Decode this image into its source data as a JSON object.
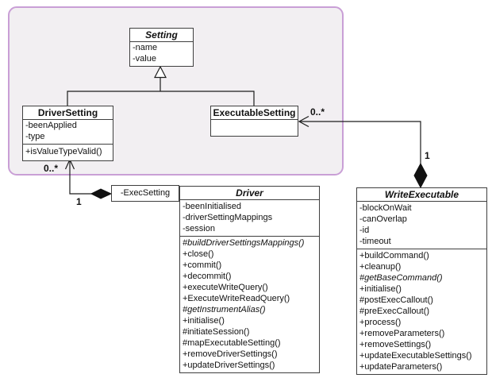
{
  "classes": {
    "setting": {
      "name": "Setting",
      "abstract": true,
      "attributes": [
        {
          "text": "-name"
        },
        {
          "text": "-value"
        }
      ],
      "methods": []
    },
    "driver_setting": {
      "name": "DriverSetting",
      "abstract": false,
      "attributes": [
        {
          "text": "-beenApplied"
        },
        {
          "text": "-type"
        }
      ],
      "methods": [
        {
          "text": "+isValueTypeValid()"
        }
      ]
    },
    "executable_setting": {
      "name": "ExecutableSetting",
      "abstract": false,
      "attributes": [],
      "methods": []
    },
    "driver": {
      "name": "Driver",
      "abstract": true,
      "attributes": [
        {
          "text": "-beenInitialised"
        },
        {
          "text": "-driverSettingMappings"
        },
        {
          "text": "-session"
        }
      ],
      "methods": [
        {
          "text": "#buildDriverSettingsMappings()",
          "italic": true
        },
        {
          "text": "+close()"
        },
        {
          "text": "+commit()"
        },
        {
          "text": "+decommit()"
        },
        {
          "text": "+executeWriteQuery()"
        },
        {
          "text": "+ExecuteWriteReadQuery()"
        },
        {
          "text": "#getInstrumentAlias()",
          "italic": true
        },
        {
          "text": "+initialise()"
        },
        {
          "text": "#initiateSession()"
        },
        {
          "text": "#mapExecutableSetting()"
        },
        {
          "text": "+removeDriverSettings()"
        },
        {
          "text": "+updateDriverSettings()"
        }
      ]
    },
    "write_executable": {
      "name": "WriteExecutable",
      "abstract": true,
      "attributes": [
        {
          "text": "-blockOnWait"
        },
        {
          "text": "-canOverlap"
        },
        {
          "text": "-id"
        },
        {
          "text": "-timeout"
        }
      ],
      "methods": [
        {
          "text": "+buildCommand()"
        },
        {
          "text": "+cleanup()"
        },
        {
          "text": "#getBaseCommand()",
          "italic": true
        },
        {
          "text": "+initialise()"
        },
        {
          "text": "#postExecCallout()"
        },
        {
          "text": "#preExecCallout()"
        },
        {
          "text": "+process()"
        },
        {
          "text": "+removeParameters()"
        },
        {
          "text": "+removeSettings()"
        },
        {
          "text": "+updateExecutableSettings()"
        },
        {
          "text": "+updateParameters()"
        }
      ]
    }
  },
  "labels": {
    "driver_role": "-ExecSetting",
    "driver_to_driversetting_multiplicity": "0..*",
    "driver_source_multiplicity": "1",
    "writeexec_to_execsetting_multiplicity": "0..*",
    "writeexec_source_multiplicity": "1"
  },
  "colors": {
    "region_fill": "#f2eff2",
    "region_border": "#c99fd6",
    "box_border": "#3f3f3f",
    "line": "#1c1c1c"
  }
}
